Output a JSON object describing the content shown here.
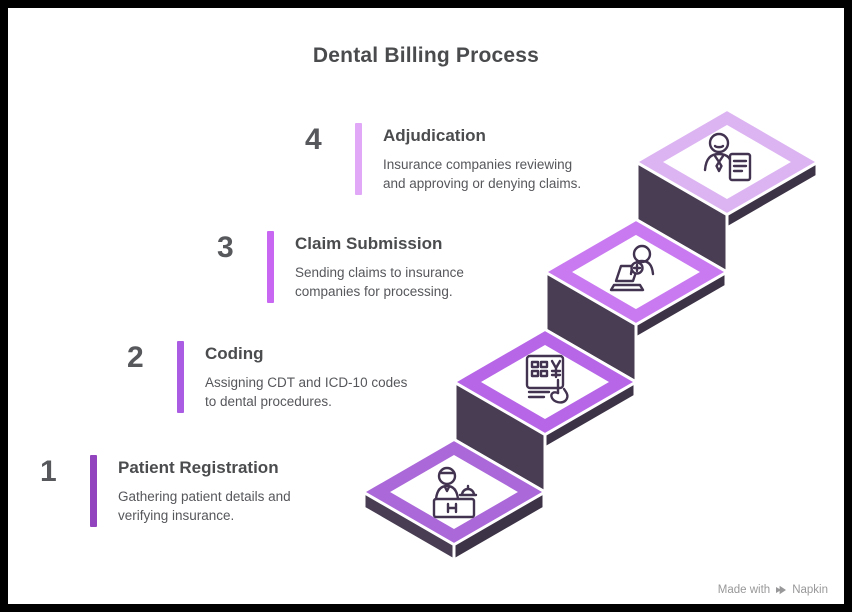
{
  "title": "Dental Billing Process",
  "steps": [
    {
      "number": "1",
      "title": "Patient Registration",
      "description": "Gathering patient details and verifying insurance.",
      "accent_color": "#9144bd",
      "ring_color": "#aa68d8",
      "icon": "reception-desk-icon"
    },
    {
      "number": "2",
      "title": "Coding",
      "description": "Assigning CDT and ICD-10 codes to dental procedures.",
      "accent_color": "#aa5ce2",
      "ring_color": "#b666e6",
      "icon": "billing-calculator-icon"
    },
    {
      "number": "3",
      "title": "Claim Submission",
      "description": "Sending claims to insurance companies for processing.",
      "accent_color": "#c868f2",
      "ring_color": "#c97af0",
      "icon": "claim-laptop-icon"
    },
    {
      "number": "4",
      "title": "Adjudication",
      "description": "Insurance companies reviewing and approving or denying claims.",
      "accent_color": "#e0a8f7",
      "ring_color": "#dcb4f2",
      "icon": "reviewer-document-icon"
    }
  ],
  "staircase": {
    "face_left": "#483d52",
    "face_right": "#3d3346",
    "top_face": "#ffffff",
    "outline": "#ffffff",
    "icon_stroke": "#423350"
  },
  "footer": {
    "made_with": "Made with",
    "brand": "Napkin"
  }
}
